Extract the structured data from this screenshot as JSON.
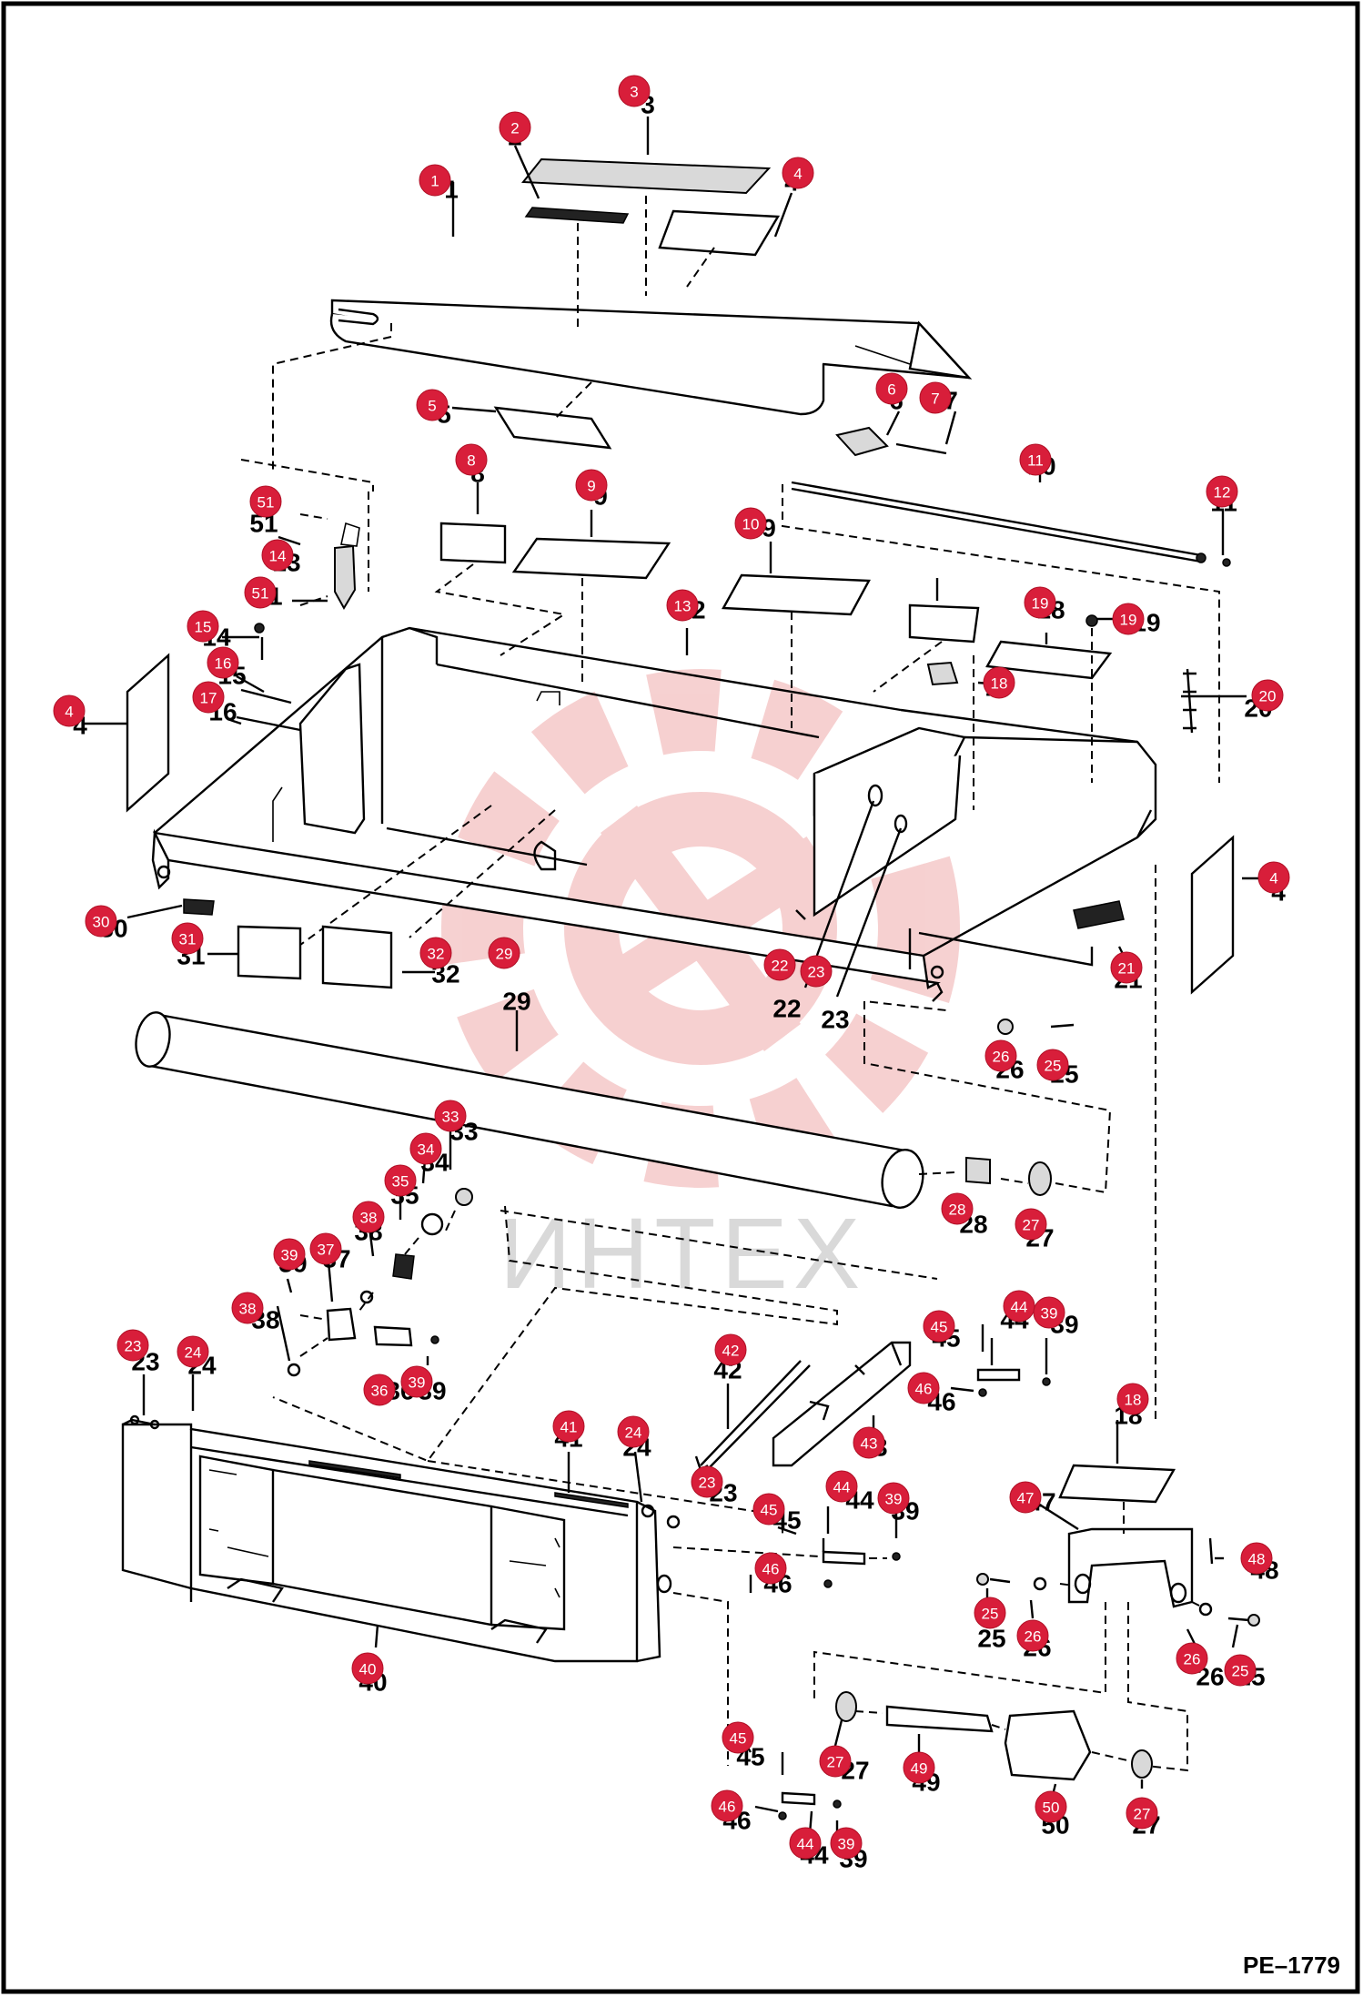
{
  "document": {
    "id_label": "PE–1779",
    "watermark_text": "ИНТЕХ"
  },
  "callouts": [
    "1",
    "2",
    "3",
    "4",
    "5",
    "6",
    "7",
    "8",
    "9",
    "10",
    "11",
    "12",
    "13",
    "14",
    "15",
    "16",
    "17",
    "18",
    "19",
    "20",
    "21",
    "22",
    "23",
    "24",
    "25",
    "26",
    "27",
    "28",
    "29",
    "30",
    "31",
    "32",
    "33",
    "34",
    "35",
    "36",
    "37",
    "38",
    "39",
    "40",
    "41",
    "42",
    "43",
    "44",
    "45",
    "46",
    "47",
    "48",
    "49",
    "50",
    "51"
  ],
  "colors": {
    "callout": "#d81e3a",
    "callout_text": "#ffffff",
    "line": "#000000",
    "watermark": "#f3c9c9"
  }
}
